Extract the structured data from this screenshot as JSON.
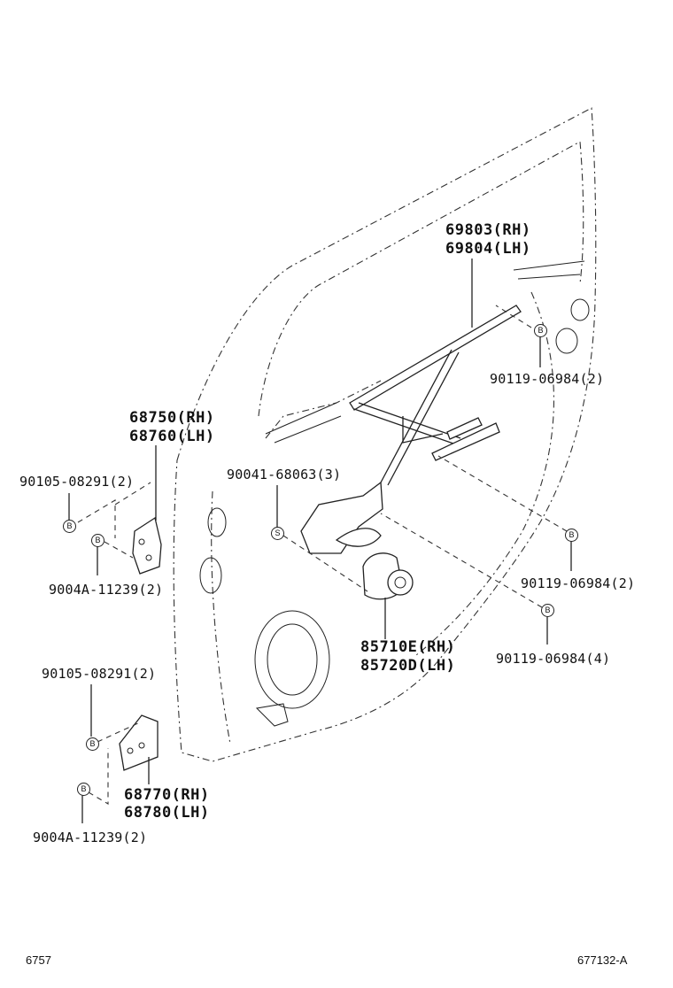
{
  "callouts": {
    "regulator_rh": "69803(RH)",
    "regulator_lh": "69804(LH)",
    "hinge_upper_rh": "68750(RH)",
    "hinge_upper_lh": "68760(LH)",
    "hinge_lower_rh": "68770(RH)",
    "hinge_lower_lh": "68780(LH)",
    "motor_rh": "85710E(RH)",
    "motor_lh": "85720D(LH)",
    "bolt_upper_hinge": "90105-08291(2)",
    "bolt_lower_hinge": "90105-08291(2)",
    "nut_upper_hinge": "9004A-11239(2)",
    "nut_lower_hinge": "9004A-11239(2)",
    "regulator_screw": "90041-68063(3)",
    "bolt_regulator_top": "90119-06984(2)",
    "bolt_regulator_mid": "90119-06984(2)",
    "bolt_motor": "90119-06984(4)"
  },
  "markers": {
    "b": "B",
    "s": "S"
  },
  "footer": {
    "left": "6757",
    "right": "677132-A"
  }
}
